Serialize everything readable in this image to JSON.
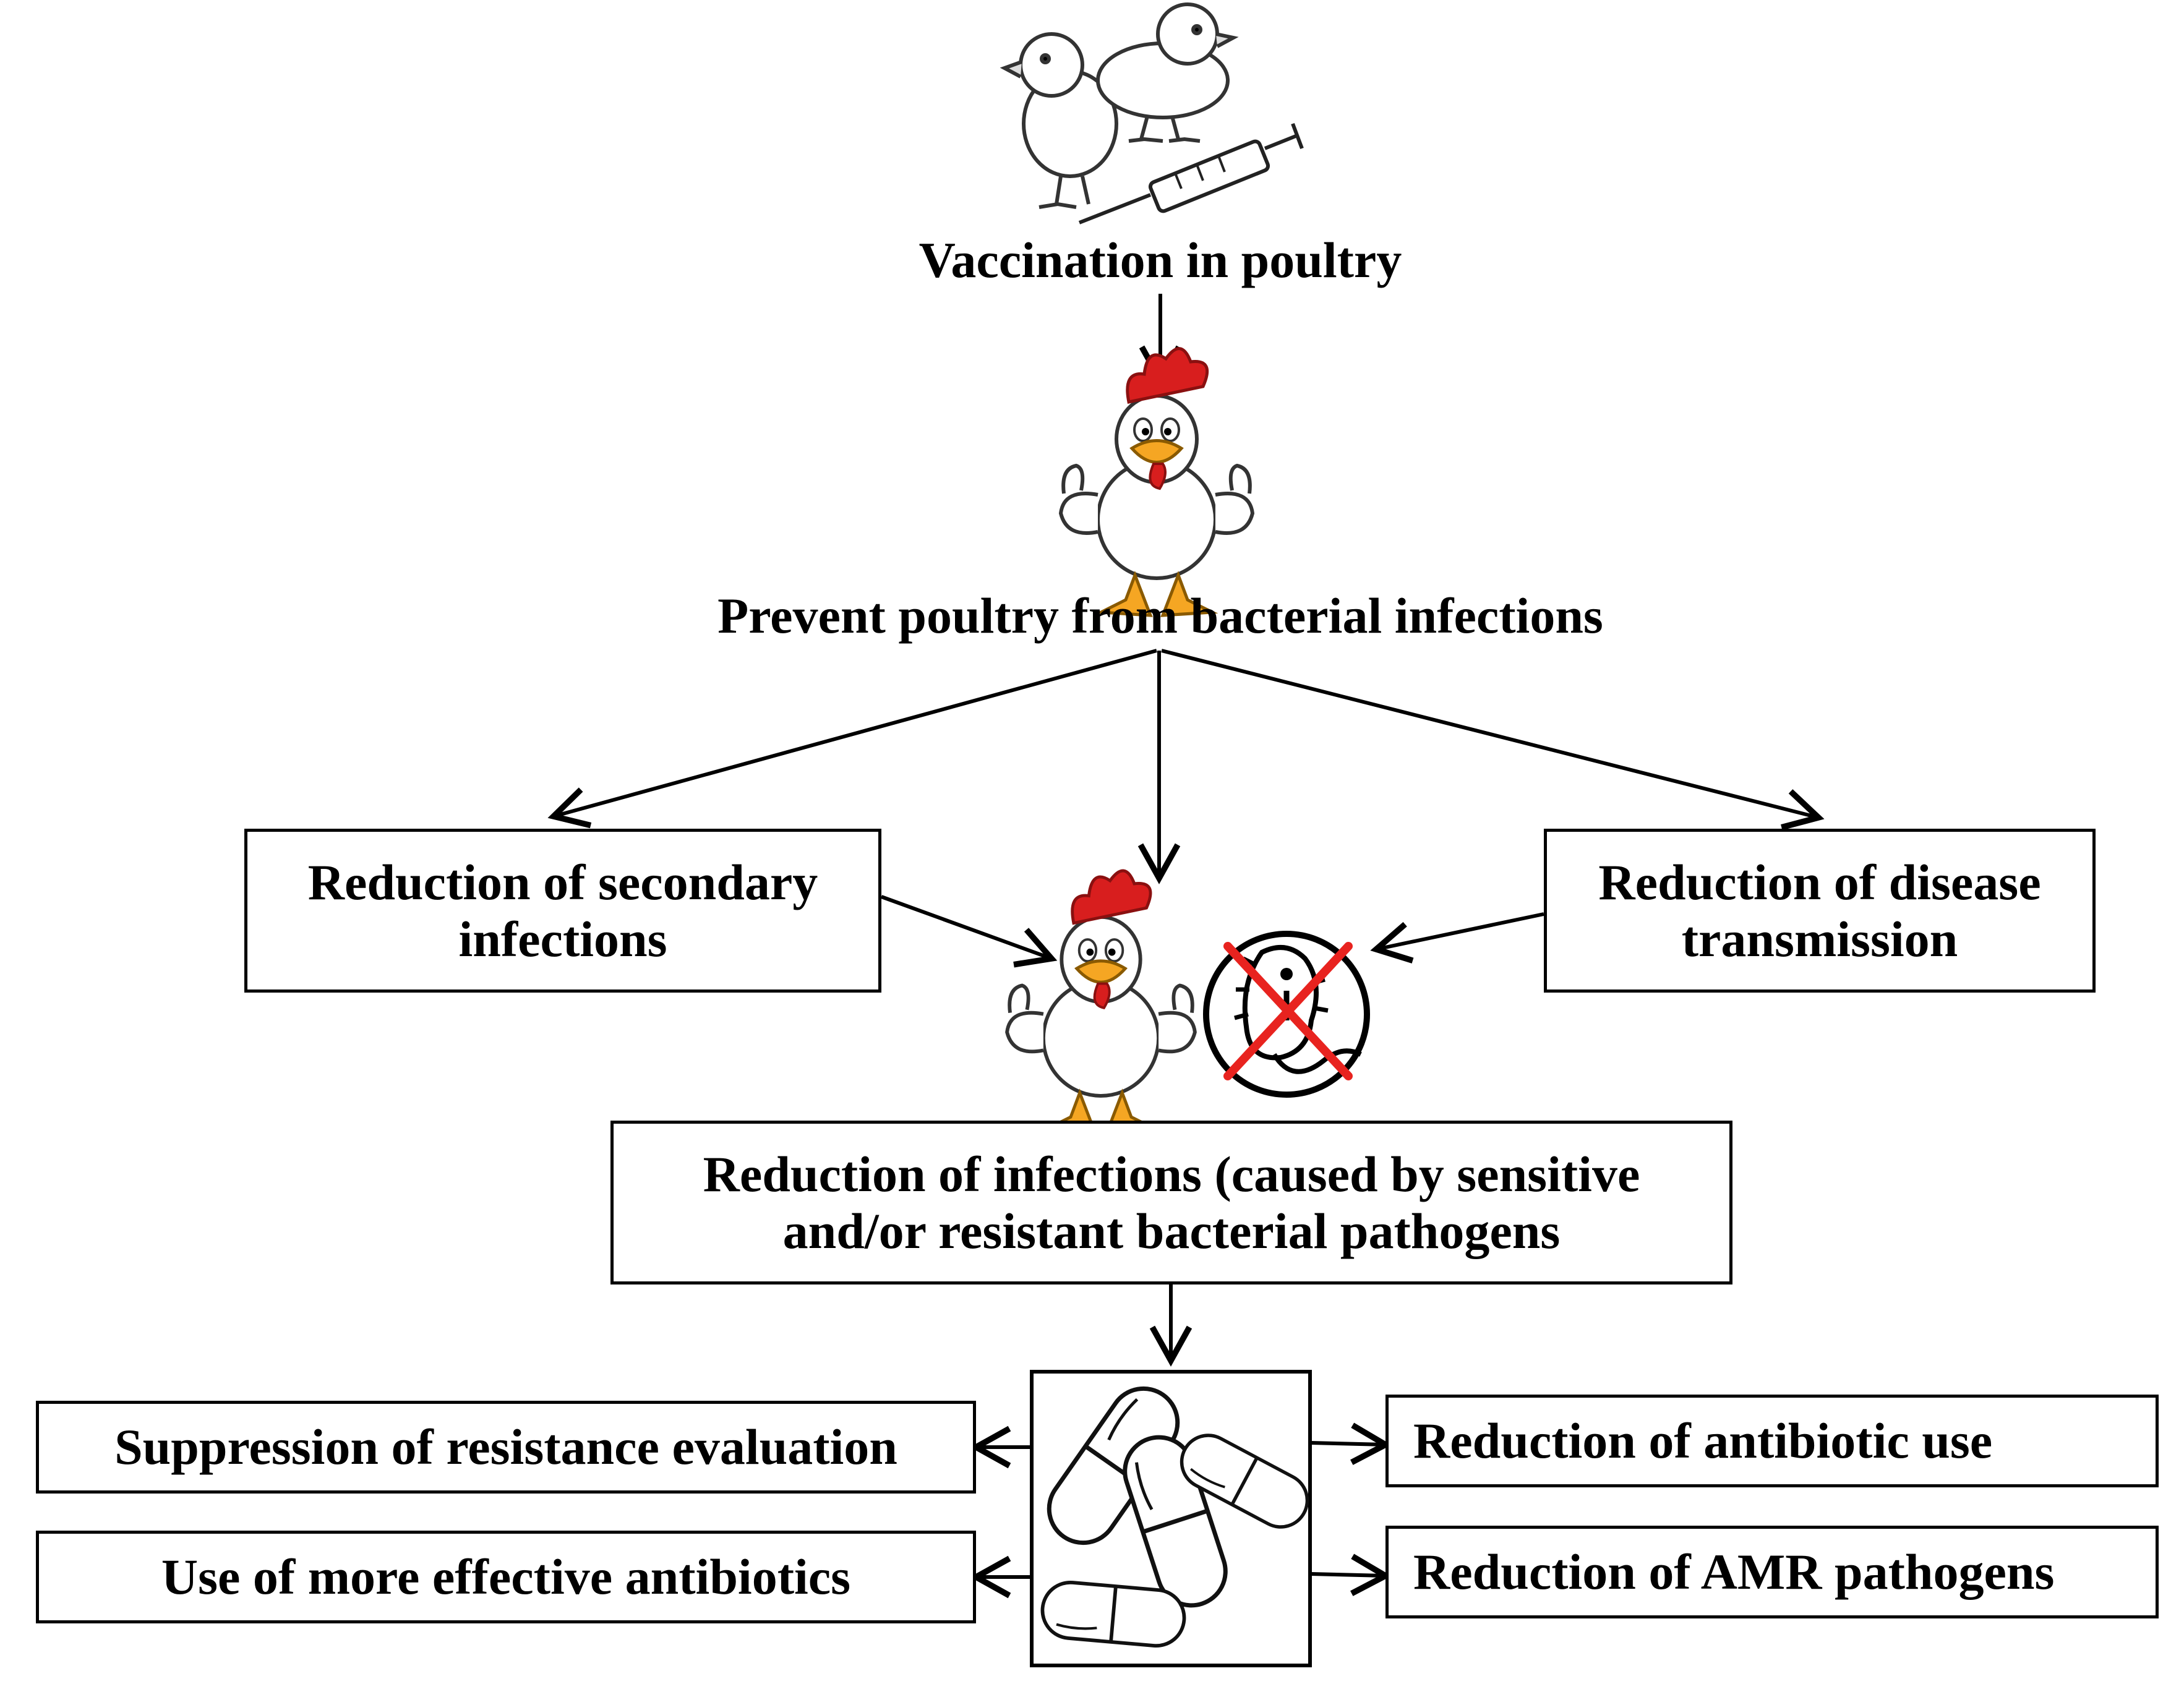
{
  "title": "Vaccination in poultry",
  "prevent": "Prevent poultry from bacterial infections",
  "left_box": [
    "Reduction of secondary",
    "infections"
  ],
  "right_box": [
    "Reduction of disease",
    "transmission"
  ],
  "center_box": [
    "Reduction of infections (caused by sensitive",
    "and/or resistant bacterial pathogens"
  ],
  "outcomes_left": [
    "Suppression of resistance evaluation",
    "Use of more effective antibiotics"
  ],
  "outcomes_right": [
    "Reduction of antibiotic use",
    "Reduction of AMR pathogens"
  ],
  "icons": {
    "chicks": "chicks-sketch-icon",
    "syringe": "syringe-icon",
    "chicken": "happy-chicken-thumbs-up-icon",
    "no_bacteria": "no-bacteria-icon",
    "capsules": "capsules-icon"
  },
  "colors": {
    "stroke": "#000000",
    "cross": "#e8231f",
    "comb": "#d81e1e",
    "beak": "#f5a623"
  }
}
